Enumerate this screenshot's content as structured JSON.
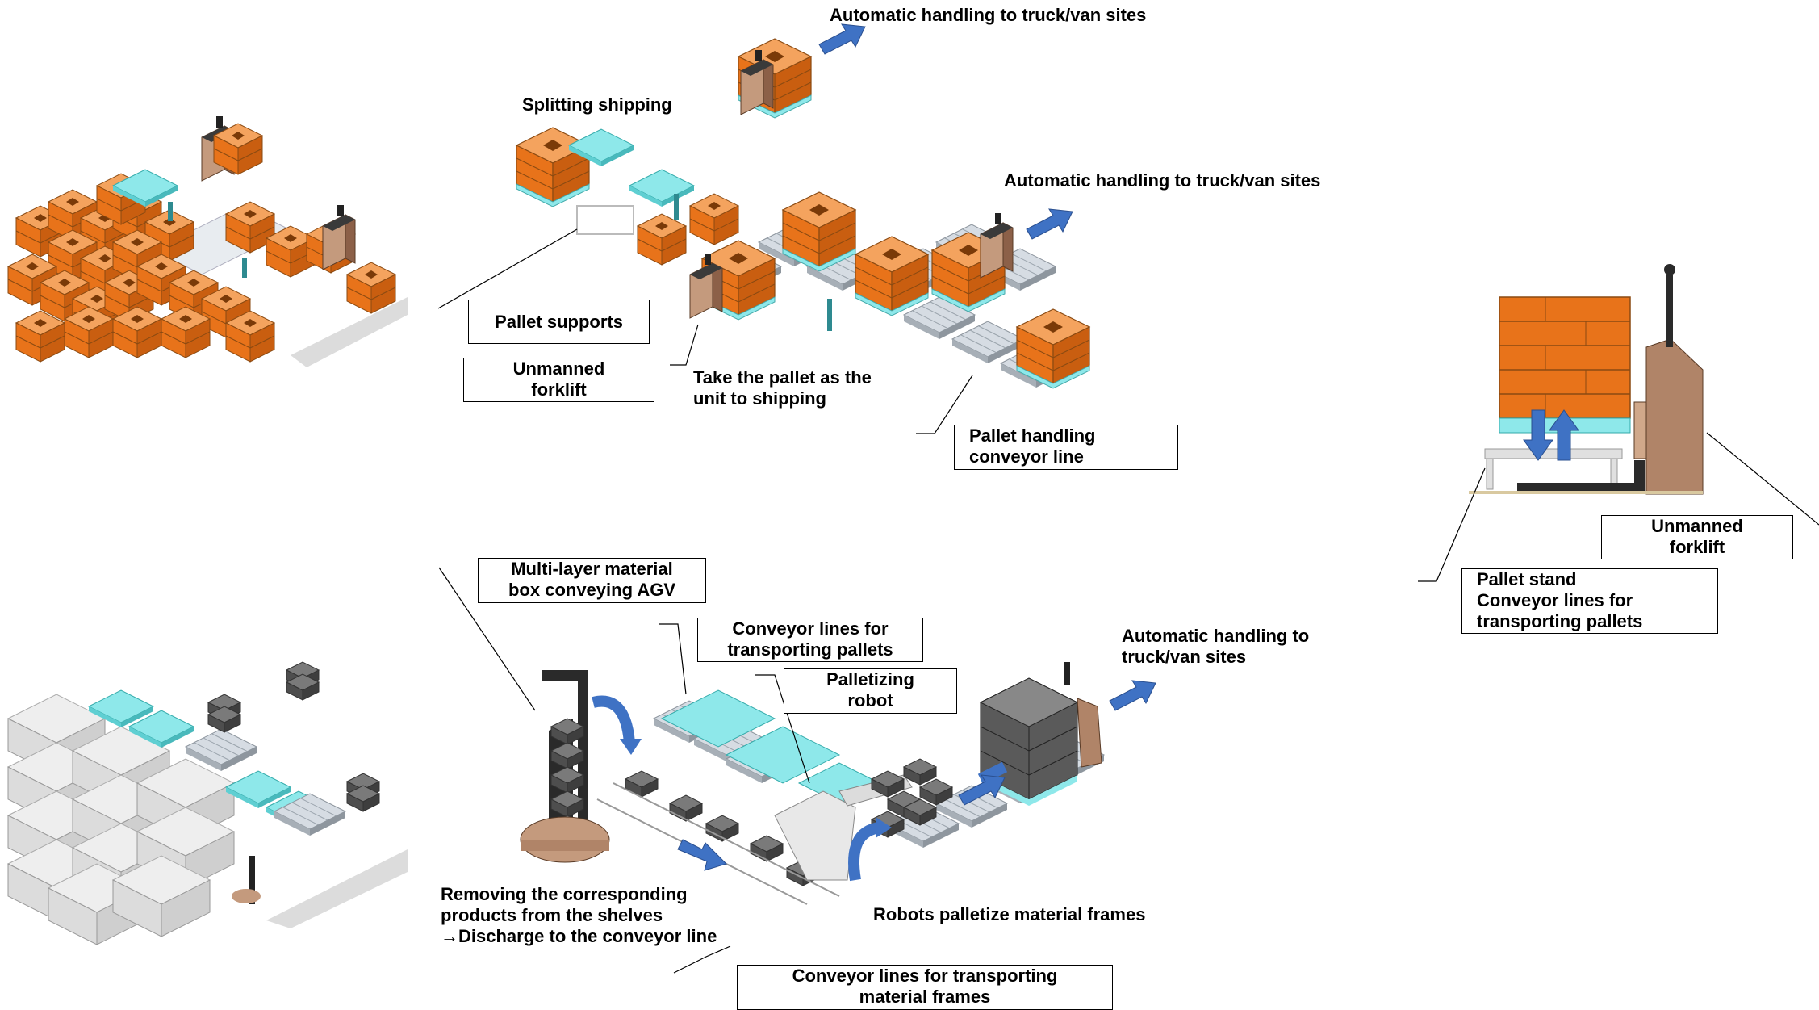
{
  "colors": {
    "box_orange": "#E8731A",
    "pallet_cyan": "#8EE8EA",
    "forklift_tan": "#B08468",
    "arrow_blue": "#3F72C4",
    "crate_gray": "#5A5A5A",
    "conveyor_gray": "#C8CDD3"
  },
  "labels": {
    "auto_truck_1": "Automatic handling to truck/van sites",
    "auto_truck_2": "Automatic handling to truck/van sites",
    "splitting_shipping": "Splitting shipping",
    "pallet_supports": "Pallet supports",
    "unmanned_forklift_line1": "Unmanned",
    "unmanned_forklift_line2": "forklift",
    "take_pallet_line1": "Take the pallet as the",
    "take_pallet_line2": "unit to shipping",
    "pallet_handling_line1": "Pallet handling",
    "pallet_handling_line2": "conveyor line",
    "right_forklift_line1": "Unmanned",
    "right_forklift_line2": "forklift",
    "pallet_stand_line1": "Pallet stand",
    "pallet_stand_line2": "Conveyor lines for",
    "pallet_stand_line3": "transporting pallets",
    "agv_line1": "Multi-layer material",
    "agv_line2": "box conveying AGV",
    "conv_pallets_line1": "Conveyor lines for",
    "conv_pallets_line2": "transporting pallets",
    "palletizing_line1": "Palletizing",
    "palletizing_line2": "robot",
    "auto_truck_3_line1": "Automatic handling to",
    "auto_truck_3_line2": "truck/van sites",
    "removing_line1": "Removing the corresponding",
    "removing_line2": "products from the shelves",
    "removing_line3": "→Discharge to the conveyor line",
    "robots_palletize": "Robots palletize material frames",
    "conv_frames_line1": "Conveyor lines for transporting",
    "conv_frames_line2": "material frames"
  }
}
